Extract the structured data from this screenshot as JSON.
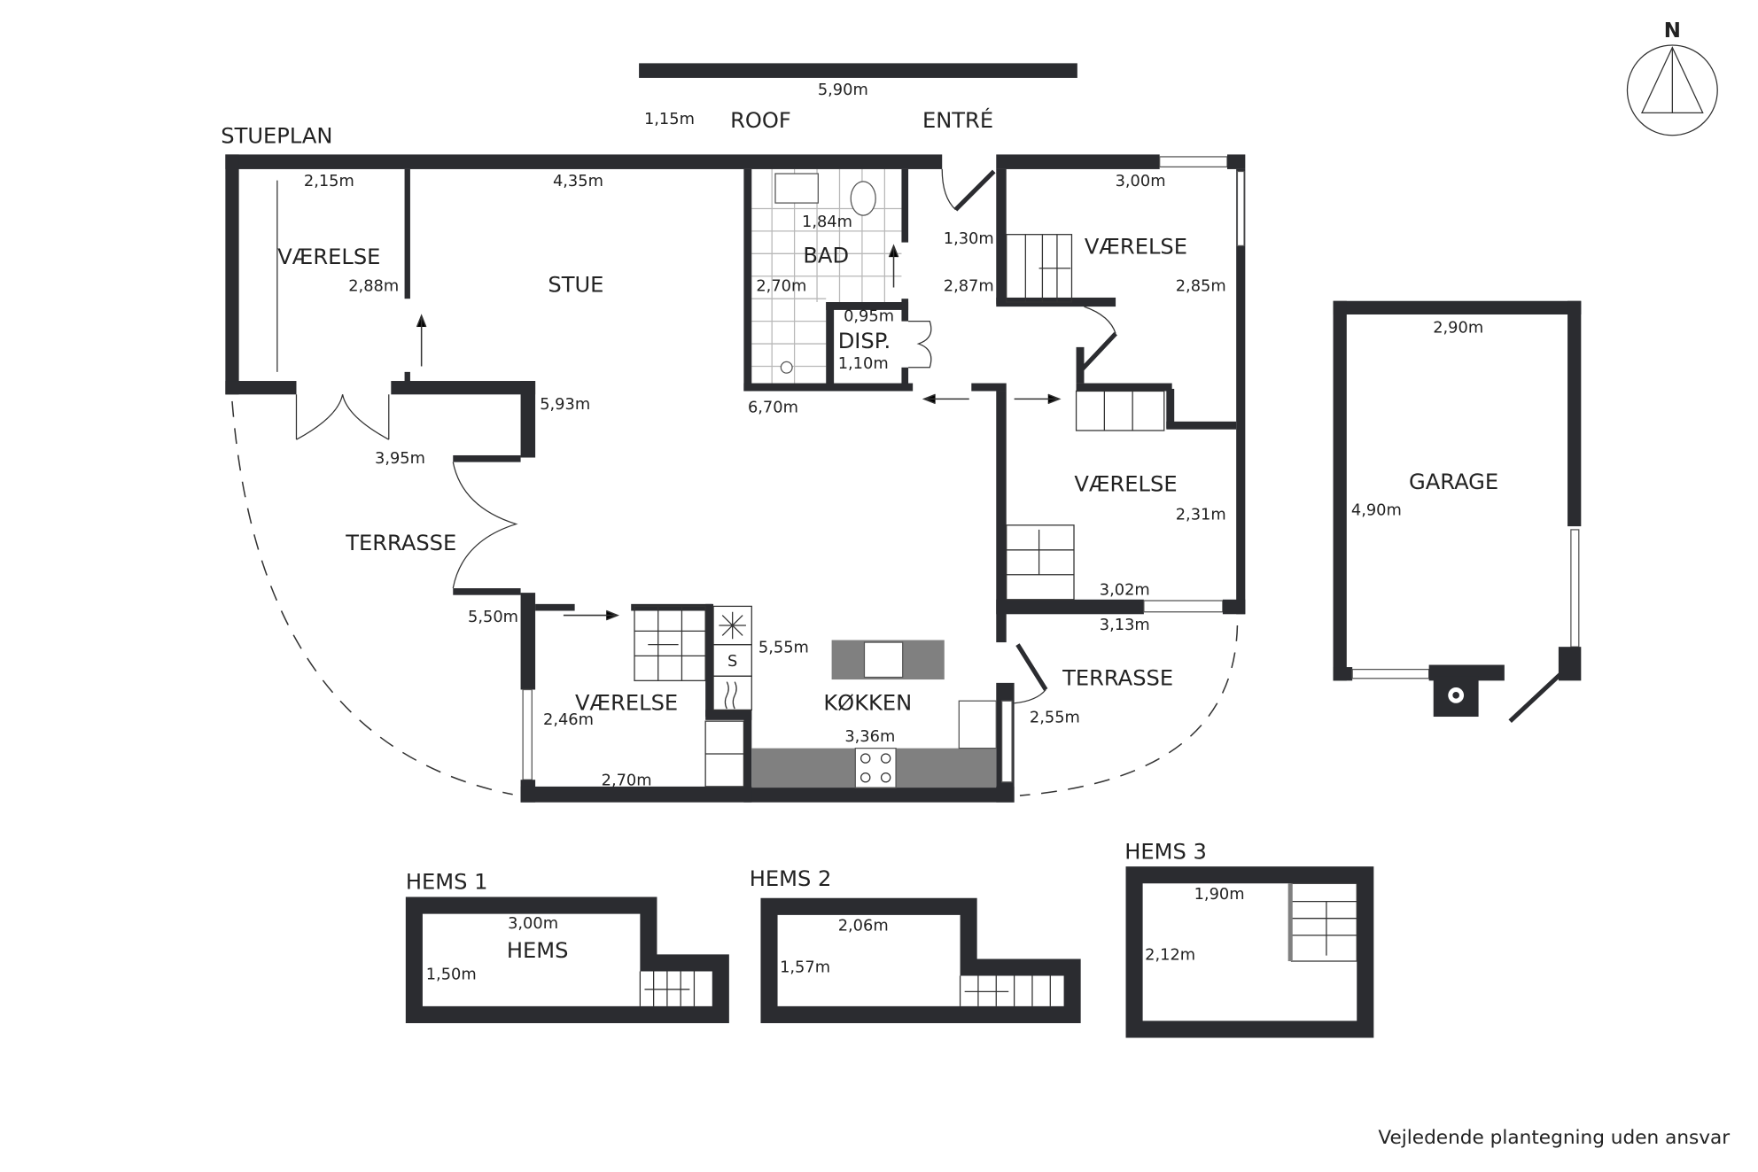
{
  "plan": {
    "floor_label": "STUEPLAN",
    "roof": {
      "label": "ROOF",
      "width": "5,90m",
      "depth": "1,15m"
    },
    "entre": "ENTRÉ",
    "rooms": {
      "vaerelse_nw": {
        "label": "VÆRELSE",
        "w": "2,15m",
        "h": "2,88m"
      },
      "stue": {
        "label": "STUE",
        "w": "4,35m",
        "h": "5,93m",
        "d1": "3,95m",
        "d2": "5,50m"
      },
      "bad": {
        "label": "BAD",
        "w": "1,84m",
        "h": "2,70m",
        "d": "6,70m"
      },
      "disp": {
        "label": "DISP.",
        "w": "0,95m",
        "h": "1,10m"
      },
      "entre_dims": {
        "w": "1,30m",
        "h": "2,87m"
      },
      "vaerelse_ne": {
        "label": "VÆRELSE",
        "w": "3,00m",
        "h": "2,85m"
      },
      "vaerelse_e": {
        "label": "VÆRELSE",
        "h": "2,31m",
        "w": "3,02m",
        "w2": "3,13m"
      },
      "vaerelse_s": {
        "label": "VÆRELSE",
        "h": "2,46m",
        "w": "2,70m"
      },
      "kokken": {
        "label": "KØKKEN",
        "h": "5,55m",
        "w": "3,36m",
        "s_label": "S"
      },
      "terrasse_w": {
        "label": "TERRASSE"
      },
      "terrasse_e": {
        "label": "TERRASSE",
        "d": "2,55m"
      },
      "garage": {
        "label": "GARAGE",
        "w": "2,90m",
        "h": "4,90m"
      }
    }
  },
  "hems": [
    {
      "title": "HEMS 1",
      "label": "HEMS",
      "w": "3,00m",
      "h": "1,50m"
    },
    {
      "title": "HEMS 2",
      "w": "2,06m",
      "h": "1,57m"
    },
    {
      "title": "HEMS 3",
      "w": "1,90m",
      "h": "2,12m"
    }
  ],
  "compass": {
    "label": "N"
  },
  "disclaimer": "Vejledende plantegning uden ansvar"
}
